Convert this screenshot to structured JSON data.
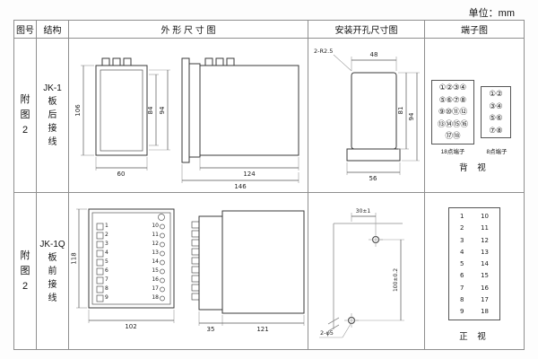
{
  "unit_label": "单位：mm",
  "headers": {
    "figure": "图号",
    "structure": "结构",
    "outline": "外 形 尺 寸 图",
    "mounting": "安装开孔尺寸图",
    "terminal": "端子图"
  },
  "row1": {
    "figure": "附\n图\n2",
    "structure": "JK-1\n板\n后\n接\n线",
    "outline": {
      "height_total": "106",
      "height_inner": "84",
      "height_case": "94",
      "width_front": "60",
      "width_body": "124",
      "width_total": "146"
    },
    "mounting": {
      "corner_note": "2-R2.5",
      "width_top": "48",
      "height_inner": "81",
      "height_total": "94",
      "width_bottom": "56"
    },
    "terminal": {
      "grid18": "①②③④\n⑤⑥⑦⑧\n⑨⑩⑪⑫\n⑬⑭⑮⑯\n⑰⑱",
      "grid8": "①②\n③④\n⑤⑥\n⑦⑧",
      "label18": "18点端子",
      "label8": "8点端子",
      "view_label": "背 视"
    }
  },
  "row2": {
    "figure": "附\n图\n2",
    "structure": "JK-1Q\n板\n前\n接\n线",
    "outline": {
      "left_terminals": "1\n2\n3\n4\n5\n6\n7\n8\n9",
      "right_terminals": "10\n11\n12\n13\n14\n15\n16\n17\n18",
      "height": "118",
      "width": "102",
      "depth_front": "35",
      "depth_body": "121"
    },
    "mounting": {
      "width_offset": "30±1",
      "height_offset": "100±0.2",
      "hole_note": "2-φ5"
    },
    "terminal": {
      "left_numbers": "1\n2\n3\n4\n5\n6\n7\n8\n9",
      "right_numbers": "10\n11\n12\n13\n14\n15\n16\n17\n18",
      "view_label": "正 视"
    }
  }
}
